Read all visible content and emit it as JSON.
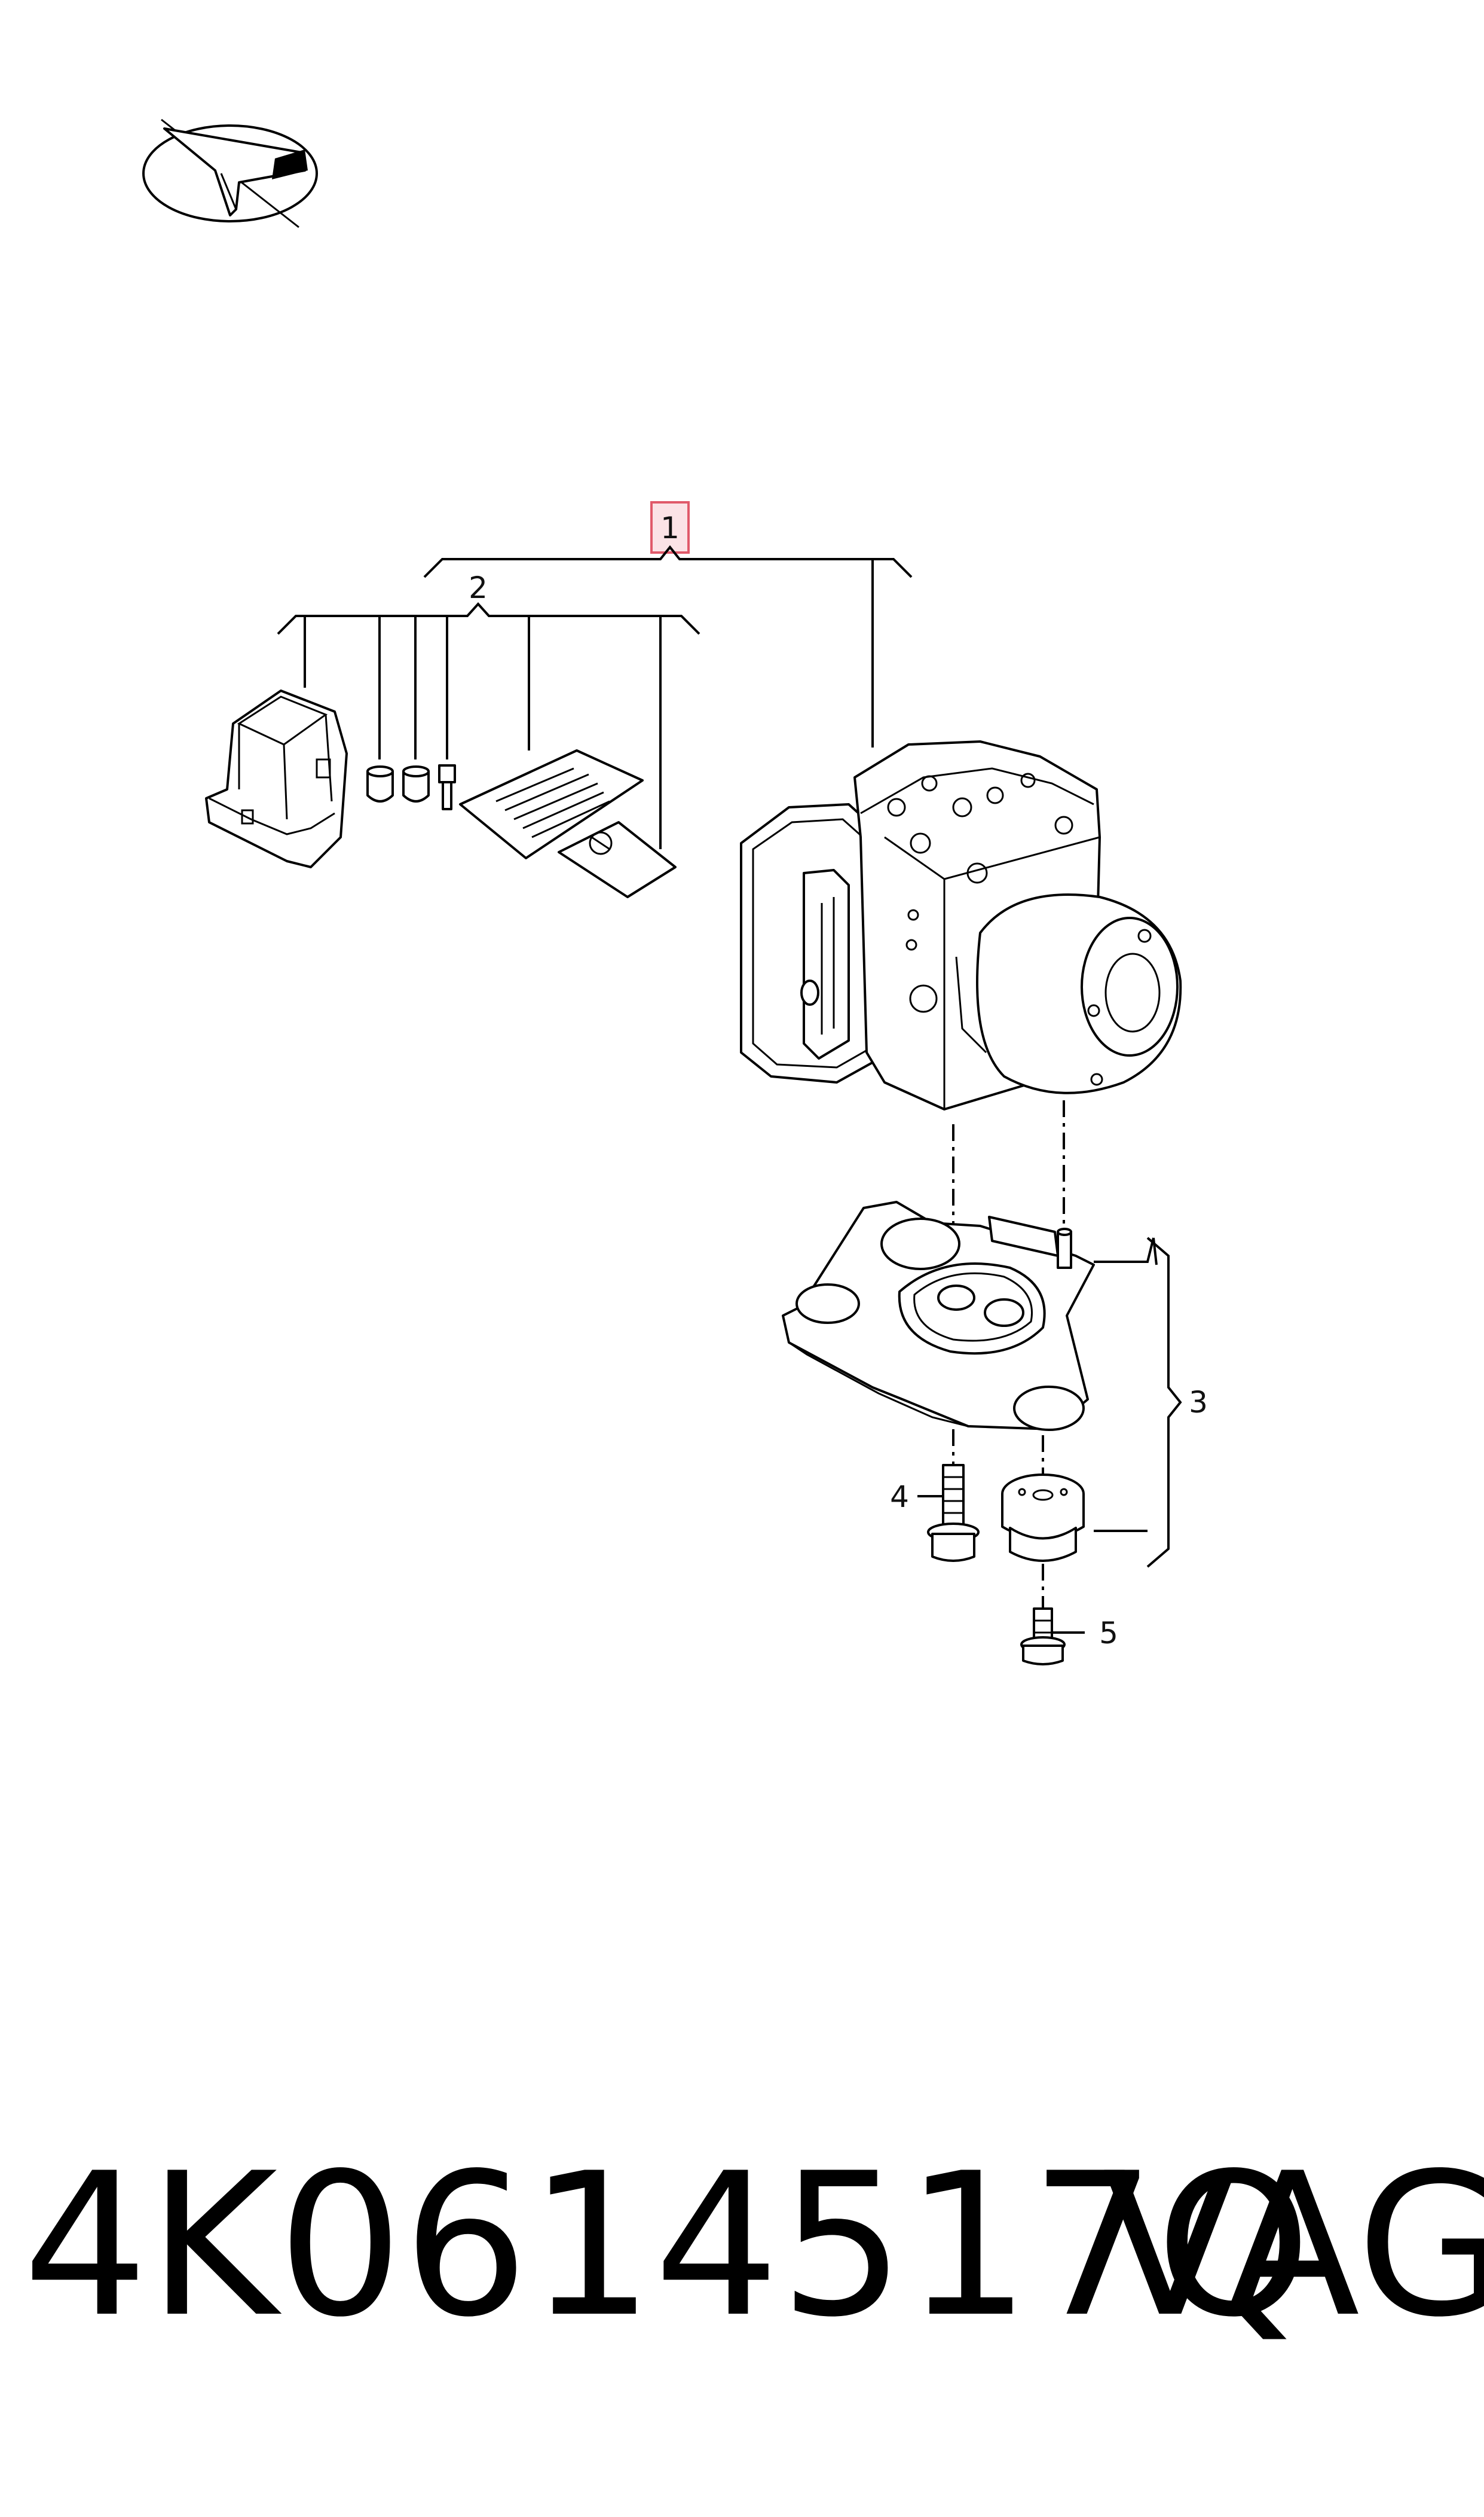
{
  "callouts": {
    "item_1": "1",
    "item_2": "2",
    "item_3": "3",
    "item_4": "4",
    "item_5": "5"
  },
  "footer": {
    "part_number": "4K0614517Q",
    "brand": "VAG"
  },
  "icons": {
    "logo": "paper-plane-in-ellipse-icon"
  },
  "colors": {
    "highlight_fill": "#fbe3e6",
    "highlight_stroke": "#e05a6a",
    "ink": "#000000"
  }
}
